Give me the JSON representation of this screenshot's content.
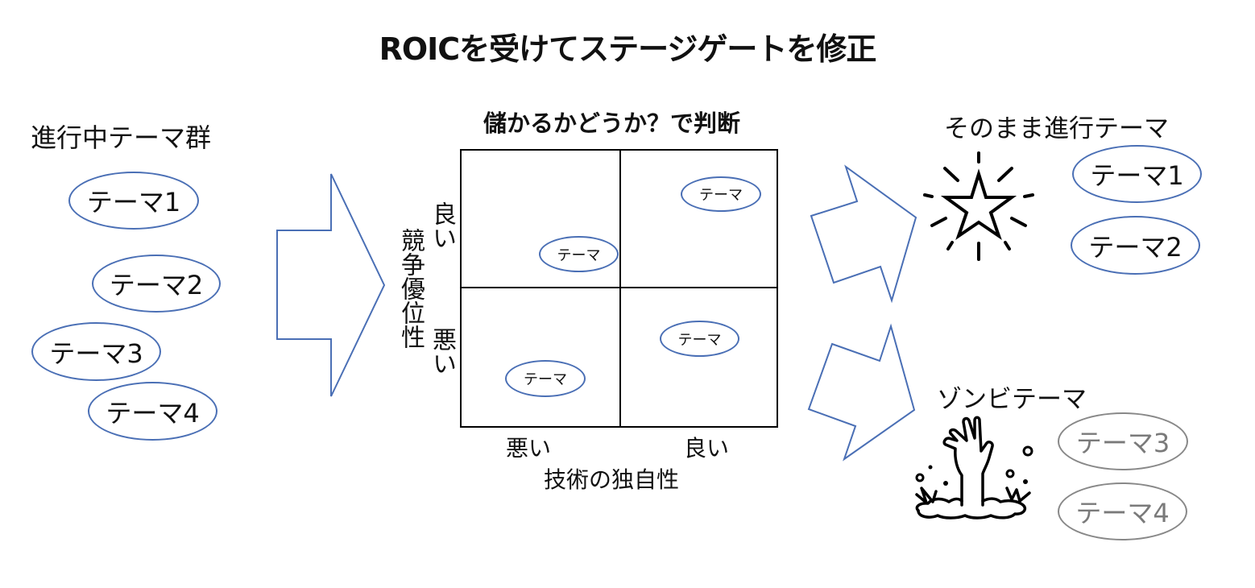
{
  "title": "ROICを受けてステージゲートを修正",
  "left_group": {
    "heading": "進行中テーマ群",
    "themes": [
      "テーマ1",
      "テーマ2",
      "テーマ3",
      "テーマ4"
    ]
  },
  "matrix": {
    "heading": "儲かるかどうか？で判断",
    "y_axis_label": "競争優位性",
    "y_good": "良い",
    "y_bad": "悪い",
    "x_axis_label": "技術の独自性",
    "x_bad": "悪い",
    "x_good": "良い",
    "quadrant_items": [
      "テーマ",
      "テーマ",
      "テーマ",
      "テーマ"
    ]
  },
  "continue_group": {
    "heading": "そのまま進行テーマ",
    "icon": "sparkle-star-icon",
    "themes": [
      "テーマ1",
      "テーマ2"
    ]
  },
  "zombie_group": {
    "heading": "ゾンビテーマ",
    "icon": "zombie-hand-icon",
    "themes": [
      "テーマ3",
      "テーマ4"
    ]
  },
  "colors": {
    "accent_blue": "#4a6fb5",
    "inactive_gray": "#888888",
    "text": "#111111"
  }
}
